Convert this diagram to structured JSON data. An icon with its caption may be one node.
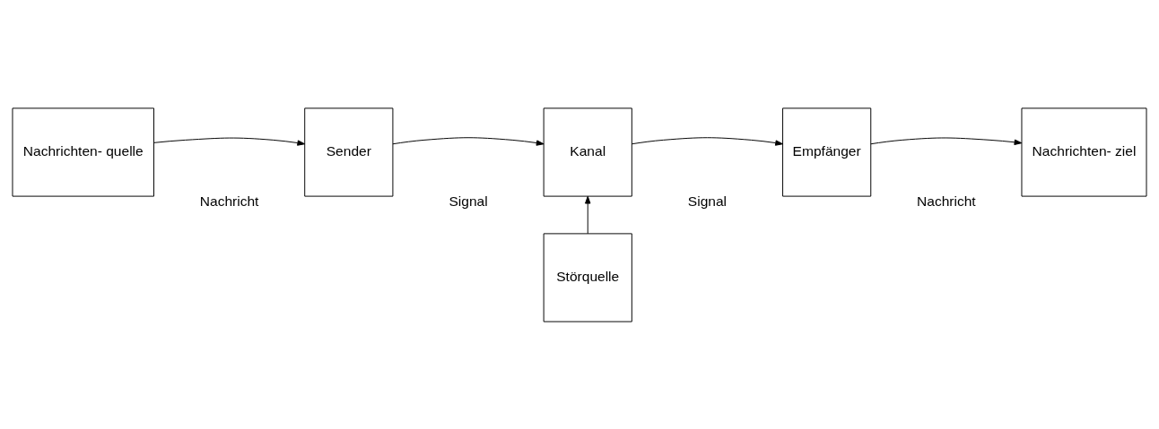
{
  "diagram": {
    "nodes": [
      {
        "text": [
          "Nachrichten- quelle"
        ]
      },
      {
        "text": [
          "Sender"
        ]
      },
      {
        "text": [
          "Kanal"
        ]
      },
      {
        "text": [
          "Empfänger"
        ]
      },
      {
        "text": [
          "Nachrichten- ziel"
        ]
      },
      {
        "text": [
          "Störquelle"
        ]
      }
    ],
    "edges": [
      {
        "from": 0,
        "to": 1,
        "arrow": "to"
      },
      {
        "from": 1,
        "to": 2,
        "arrow": "to"
      },
      {
        "from": 2,
        "to": 3,
        "arrow": "to"
      },
      {
        "from": 3,
        "to": 4,
        "arrow": "to"
      },
      {
        "from": 5,
        "to": 2,
        "arrow": "to"
      }
    ],
    "labels": [
      "Nachricht",
      "Signal",
      "Signal",
      "Nachricht"
    ]
  }
}
